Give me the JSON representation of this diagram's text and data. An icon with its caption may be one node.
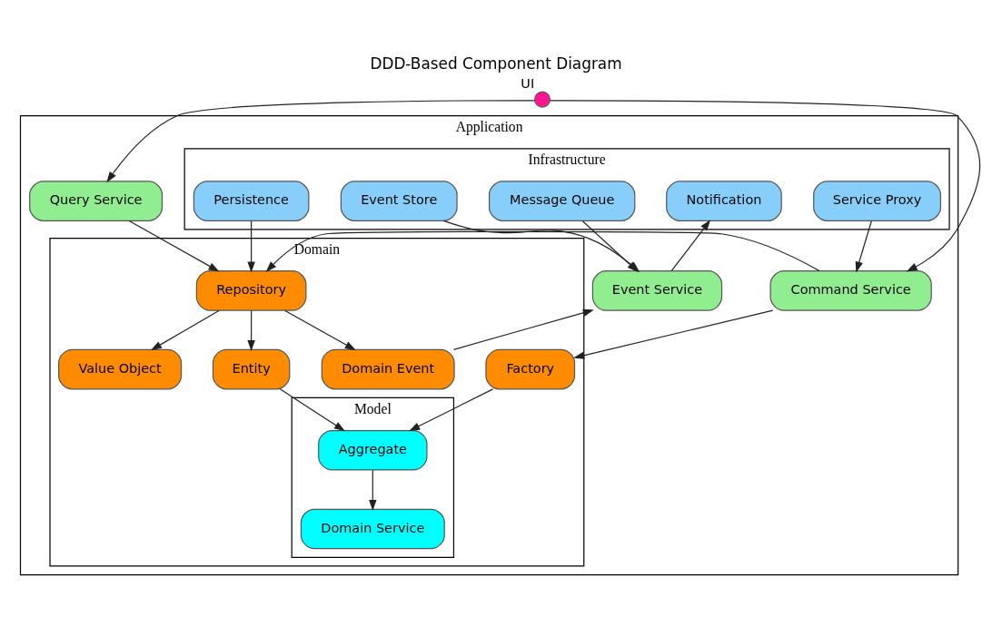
{
  "diagram": {
    "title": "DDD-Based Component Diagram",
    "nodes": [
      {
        "text": [
          "UI"
        ]
      },
      {
        "text": [
          "Application"
        ]
      },
      {
        "text": [
          "Query Service"
        ],
        "in": 1
      },
      {
        "text": [
          "Infrastructure"
        ],
        "in": 1
      },
      {
        "text": [
          "Service Proxy"
        ],
        "in": 3
      },
      {
        "text": [
          "Persistence"
        ],
        "in": 3
      },
      {
        "text": [
          "Event Store"
        ],
        "in": 3
      },
      {
        "text": [
          "Notification"
        ],
        "in": 3
      },
      {
        "text": [
          "Message Queue"
        ],
        "in": 3
      },
      {
        "text": [
          "Command Service"
        ],
        "in": 1
      },
      {
        "text": [
          "Domain"
        ],
        "in": 1
      },
      {
        "text": [
          "Repository"
        ],
        "in": 10
      },
      {
        "text": [
          "Event Service"
        ],
        "in": 1
      },
      {
        "text": [
          "Factory"
        ],
        "in": 10
      },
      {
        "text": [
          "Entity"
        ],
        "in": 10
      },
      {
        "text": [
          "Value Object"
        ],
        "in": 10
      },
      {
        "text": [
          "Domain Event"
        ],
        "in": 10
      },
      {
        "text": [
          "Model"
        ],
        "in": 10
      },
      {
        "text": [
          "Aggregate"
        ],
        "in": 17
      },
      {
        "text": [
          "Domain Service"
        ],
        "in": 17
      }
    ],
    "edges": [
      {
        "from": 0,
        "to": 2,
        "arrow": "to"
      },
      {
        "from": 0,
        "to": 9,
        "arrow": "to"
      },
      {
        "from": 2,
        "to": 11,
        "arrow": "to"
      },
      {
        "from": 4,
        "to": 9,
        "arrow": "to"
      },
      {
        "from": 5,
        "to": 11,
        "arrow": "to"
      },
      {
        "from": 9,
        "to": 11,
        "arrow": "to"
      },
      {
        "from": 9,
        "to": 13,
        "arrow": "to"
      },
      {
        "from": 11,
        "to": 14,
        "arrow": "to"
      },
      {
        "from": 11,
        "to": 15,
        "arrow": "to"
      },
      {
        "from": 11,
        "to": 16,
        "arrow": "to"
      },
      {
        "from": 6,
        "to": 12,
        "arrow": "to"
      },
      {
        "from": 8,
        "to": 12,
        "arrow": "to"
      },
      {
        "from": 16,
        "to": 12,
        "arrow": "to"
      },
      {
        "from": 12,
        "to": 7,
        "arrow": "to"
      },
      {
        "from": 13,
        "to": 18,
        "arrow": "to"
      },
      {
        "from": 14,
        "to": 18,
        "arrow": "to"
      },
      {
        "from": 18,
        "to": 19,
        "arrow": "to"
      }
    ]
  }
}
